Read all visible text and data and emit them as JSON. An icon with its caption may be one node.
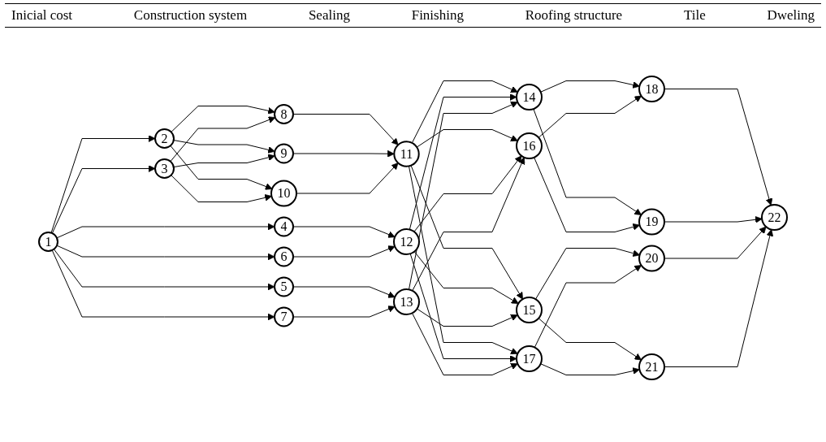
{
  "diagram": {
    "nodes": [
      {
        "text": [
          "1"
        ]
      },
      {
        "text": [
          "2"
        ]
      },
      {
        "text": [
          "3"
        ]
      },
      {
        "text": [
          "4"
        ]
      },
      {
        "text": [
          "5"
        ]
      },
      {
        "text": [
          "6"
        ]
      },
      {
        "text": [
          "7"
        ]
      },
      {
        "text": [
          "8"
        ]
      },
      {
        "text": [
          "9"
        ]
      },
      {
        "text": [
          "10"
        ]
      },
      {
        "text": [
          "11"
        ]
      },
      {
        "text": [
          "12"
        ]
      },
      {
        "text": [
          "13"
        ]
      },
      {
        "text": [
          "14"
        ]
      },
      {
        "text": [
          "15"
        ]
      },
      {
        "text": [
          "16"
        ]
      },
      {
        "text": [
          "17"
        ]
      },
      {
        "text": [
          "18"
        ]
      },
      {
        "text": [
          "19"
        ]
      },
      {
        "text": [
          "20"
        ]
      },
      {
        "text": [
          "21"
        ]
      },
      {
        "text": [
          "22"
        ]
      }
    ],
    "edges": [
      {
        "from": 0,
        "to": 1,
        "arrow": "to"
      },
      {
        "from": 0,
        "to": 2,
        "arrow": "to"
      },
      {
        "from": 0,
        "to": 3,
        "arrow": "to"
      },
      {
        "from": 0,
        "to": 4,
        "arrow": "to"
      },
      {
        "from": 0,
        "to": 5,
        "arrow": "to"
      },
      {
        "from": 0,
        "to": 6,
        "arrow": "to"
      },
      {
        "from": 1,
        "to": 7,
        "arrow": "to"
      },
      {
        "from": 1,
        "to": 8,
        "arrow": "to"
      },
      {
        "from": 1,
        "to": 9,
        "arrow": "to"
      },
      {
        "from": 2,
        "to": 7,
        "arrow": "to"
      },
      {
        "from": 2,
        "to": 8,
        "arrow": "to"
      },
      {
        "from": 2,
        "to": 9,
        "arrow": "to"
      },
      {
        "from": 7,
        "to": 10,
        "arrow": "to"
      },
      {
        "from": 8,
        "to": 10,
        "arrow": "to"
      },
      {
        "from": 9,
        "to": 10,
        "arrow": "to"
      },
      {
        "from": 3,
        "to": 11,
        "arrow": "to"
      },
      {
        "from": 5,
        "to": 11,
        "arrow": "to"
      },
      {
        "from": 4,
        "to": 12,
        "arrow": "to"
      },
      {
        "from": 6,
        "to": 12,
        "arrow": "to"
      },
      {
        "from": 10,
        "to": 13,
        "arrow": "to"
      },
      {
        "from": 10,
        "to": 14,
        "arrow": "to"
      },
      {
        "from": 10,
        "to": 15,
        "arrow": "to"
      },
      {
        "from": 10,
        "to": 16,
        "arrow": "to"
      },
      {
        "from": 11,
        "to": 13,
        "arrow": "to"
      },
      {
        "from": 11,
        "to": 14,
        "arrow": "to"
      },
      {
        "from": 11,
        "to": 15,
        "arrow": "to"
      },
      {
        "from": 11,
        "to": 16,
        "arrow": "to"
      },
      {
        "from": 12,
        "to": 13,
        "arrow": "to"
      },
      {
        "from": 12,
        "to": 14,
        "arrow": "to"
      },
      {
        "from": 12,
        "to": 15,
        "arrow": "to"
      },
      {
        "from": 12,
        "to": 16,
        "arrow": "to"
      },
      {
        "from": 13,
        "to": 17,
        "arrow": "to"
      },
      {
        "from": 13,
        "to": 18,
        "arrow": "to"
      },
      {
        "from": 14,
        "to": 19,
        "arrow": "to"
      },
      {
        "from": 14,
        "to": 20,
        "arrow": "to"
      },
      {
        "from": 15,
        "to": 17,
        "arrow": "to"
      },
      {
        "from": 15,
        "to": 18,
        "arrow": "to"
      },
      {
        "from": 16,
        "to": 19,
        "arrow": "to"
      },
      {
        "from": 16,
        "to": 20,
        "arrow": "to"
      },
      {
        "from": 17,
        "to": 21,
        "arrow": "to"
      },
      {
        "from": 18,
        "to": 21,
        "arrow": "to"
      },
      {
        "from": 19,
        "to": 21,
        "arrow": "to"
      },
      {
        "from": 20,
        "to": 21,
        "arrow": "to"
      }
    ],
    "labels": [
      "Inicial cost",
      "Construction system",
      "Sealing",
      "Finishing",
      "Roofing structure",
      "Tile",
      "Dweling"
    ]
  }
}
